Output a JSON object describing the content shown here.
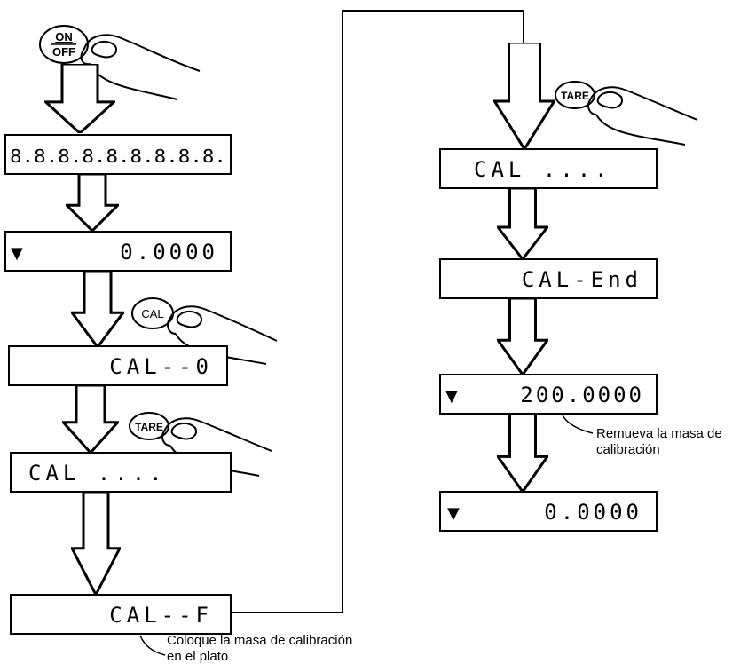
{
  "flow": {
    "left": {
      "onoff_key": {
        "top": "ON",
        "bottom": "OFF"
      },
      "display_test": "8.8.8.8.8.8.8.8.8.",
      "display_zero": {
        "indicator": "▼",
        "value": "0.0000"
      },
      "cal_key": "CAL",
      "display_cal0": "CAL--0",
      "tare_key": "TARE",
      "display_cal_wait": "CAL ....",
      "display_calF": "CAL--F",
      "note_place_mass": {
        "line1": "Coloque la masa de calibración",
        "line2": "en el plato"
      }
    },
    "right": {
      "tare_key": "TARE",
      "display_cal_wait": "CAL ....",
      "display_cal_end": "CAL-End",
      "display_200": {
        "indicator": "▼",
        "value": "200.0000"
      },
      "note_remove_mass": {
        "line1": "Remueva la masa de",
        "line2": "calibración"
      },
      "display_final": {
        "indicator": "▼",
        "value": "0.0000"
      }
    }
  },
  "colors": {
    "ink": "#000000",
    "background": "#ffffff"
  }
}
